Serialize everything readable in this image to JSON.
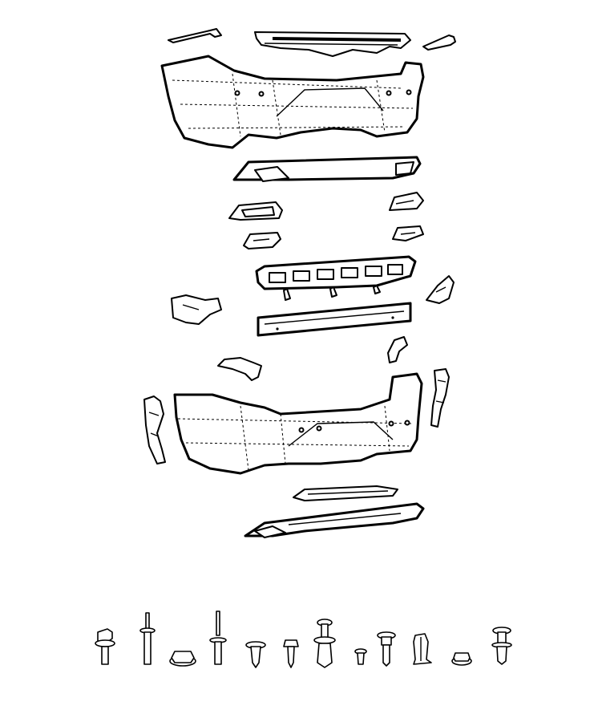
{
  "diagram": {
    "style": "exploded-view line drawing",
    "colors": {
      "stroke": "#000000",
      "background": "#ffffff"
    },
    "parts": [
      "bracket-left-top",
      "upper-retainer",
      "bracket-right-top",
      "bumper-fascia-upper",
      "lower-valance-upper",
      "exhaust-bezel-left",
      "exhaust-bezel-right",
      "exhaust-trim-left",
      "exhaust-trim-right",
      "energy-absorber",
      "side-bracket-left-mid",
      "side-bracket-right-mid",
      "reinforcement-beam",
      "support-bracket-left",
      "support-bracket-right",
      "side-support-left",
      "side-support-right",
      "bumper-fascia-lower",
      "lower-retainer-strip",
      "lower-valance-lower"
    ],
    "fasteners": [
      "flange-bolt",
      "rivet-long",
      "hex-nut",
      "rivet-tall",
      "screw-short",
      "screw-washer",
      "push-pin-large",
      "screw-small",
      "stud-screw",
      "clip-split",
      "nut-small",
      "push-clip"
    ]
  }
}
